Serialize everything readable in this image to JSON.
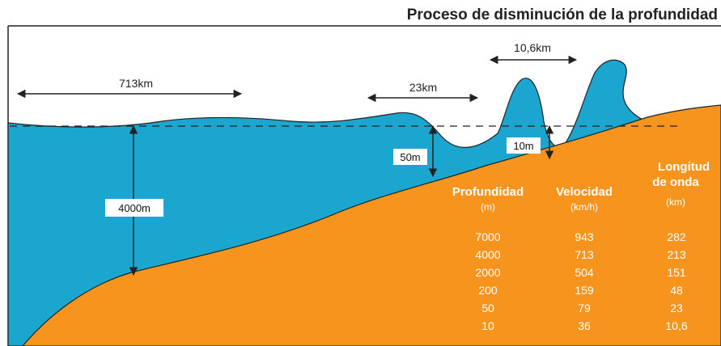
{
  "title": "Proceso de disminución de la profundidad",
  "labels": {
    "wavelength_far": "713km",
    "wavelength_mid": "23km",
    "wavelength_near": "10,6km",
    "depth_deep": "4000m",
    "depth_mid": "50m",
    "depth_shallow": "10m"
  },
  "table": {
    "columns": [
      {
        "header": [
          "Profundidad"
        ],
        "unit": "(m)",
        "values": [
          "7000",
          "4000",
          "2000",
          "200",
          "50",
          "10"
        ]
      },
      {
        "header": [
          "Velocidad"
        ],
        "unit": "(km/h)",
        "values": [
          "943",
          "713",
          "504",
          "159",
          "79",
          "36"
        ]
      },
      {
        "header": [
          "Longitud",
          "de onda"
        ],
        "unit": "(km)",
        "values": [
          "282",
          "213",
          "151",
          "48",
          "23",
          "10,6"
        ]
      }
    ]
  },
  "colors": {
    "water": "#1aa6cf",
    "land": "#f7941d",
    "outline": "#222222"
  }
}
